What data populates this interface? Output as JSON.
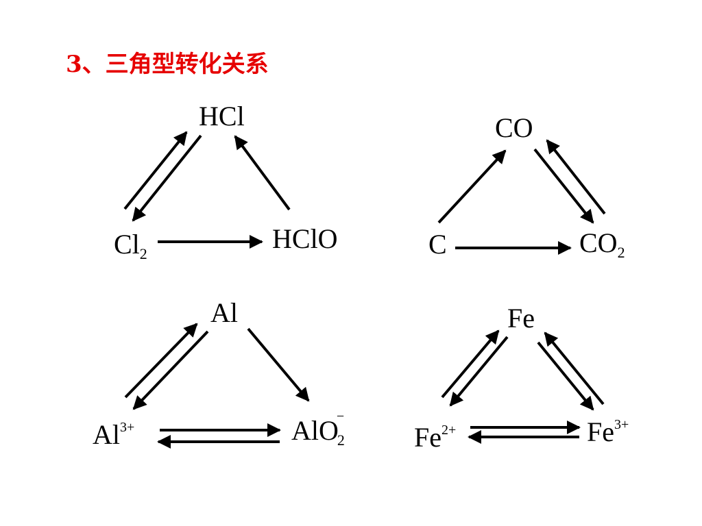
{
  "title": "3、三角型转化关系",
  "diagrams": {
    "chlorine": {
      "top": "HCl",
      "left_base": "Cl",
      "left_sub": "2",
      "right": "HClO"
    },
    "carbon": {
      "top": "CO",
      "left": "C",
      "right_base": "CO",
      "right_sub": "2"
    },
    "aluminum": {
      "top": "Al",
      "left_base": "Al",
      "left_sup": "3+",
      "right_base": "AlO",
      "right_sub": "2",
      "right_sup": "−"
    },
    "iron": {
      "top": "Fe",
      "left_base": "Fe",
      "left_sup": "2+",
      "right_base": "Fe",
      "right_sup": "3+"
    }
  },
  "colors": {
    "title": "#e60000",
    "ink": "#000000"
  }
}
